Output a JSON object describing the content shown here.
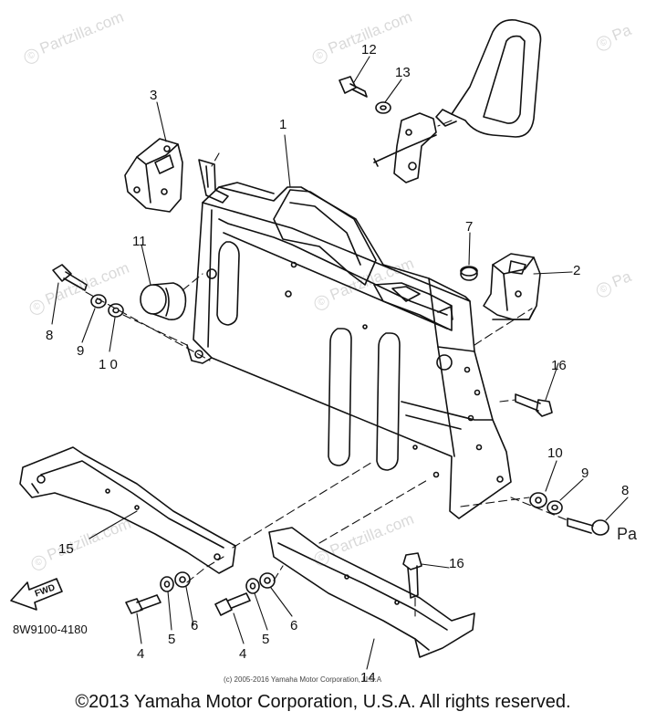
{
  "watermark": {
    "text": "Partzilla.com",
    "short": "Pa"
  },
  "callouts": [
    {
      "id": "1",
      "label": "1"
    },
    {
      "id": "2",
      "label": "2"
    },
    {
      "id": "3",
      "label": "3"
    },
    {
      "id": "4a",
      "label": "4"
    },
    {
      "id": "4b",
      "label": "4"
    },
    {
      "id": "5a",
      "label": "5"
    },
    {
      "id": "5b",
      "label": "5"
    },
    {
      "id": "6a",
      "label": "6"
    },
    {
      "id": "6b",
      "label": "6"
    },
    {
      "id": "7",
      "label": "7"
    },
    {
      "id": "8a",
      "label": "8"
    },
    {
      "id": "8b",
      "label": "8"
    },
    {
      "id": "9a",
      "label": "9"
    },
    {
      "id": "9b",
      "label": "9"
    },
    {
      "id": "10a",
      "label": "1 0"
    },
    {
      "id": "10b",
      "label": "10"
    },
    {
      "id": "11",
      "label": "11"
    },
    {
      "id": "12",
      "label": "12"
    },
    {
      "id": "13",
      "label": "13"
    },
    {
      "id": "14",
      "label": "14"
    },
    {
      "id": "15",
      "label": "15"
    },
    {
      "id": "16a",
      "label": "16"
    },
    {
      "id": "16b",
      "label": "16"
    }
  ],
  "fwd_label": "FWD",
  "part_code": "8W9100-4180",
  "small_copyright": "(c) 2005-2016 Yamaha Motor Corporation, U.S.A",
  "copyright": "©2013 Yamaha Motor Corporation, U.S.A. All rights reserved.",
  "edge_text": "Pa"
}
